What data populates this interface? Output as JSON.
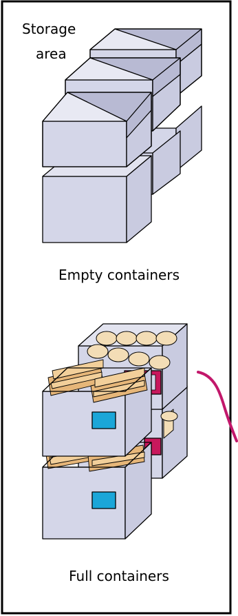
{
  "title": {
    "line1": "Storage",
    "line2": "area"
  },
  "sections": {
    "empty": {
      "label": "Empty containers"
    },
    "full": {
      "label": "Full containers"
    }
  },
  "colors": {
    "box_fill": "#d4d6e8",
    "box_stroke": "#000000",
    "lid_fill": "#f3ddb6",
    "wood": "#e6b679",
    "label_tag": "#1ba6d8",
    "magenta": "#c8185c",
    "arrow": "#c2186b",
    "frame": "#000000"
  },
  "icons": [
    "storage-bin",
    "wood-crate",
    "barrel-lid",
    "flow-arrow"
  ]
}
